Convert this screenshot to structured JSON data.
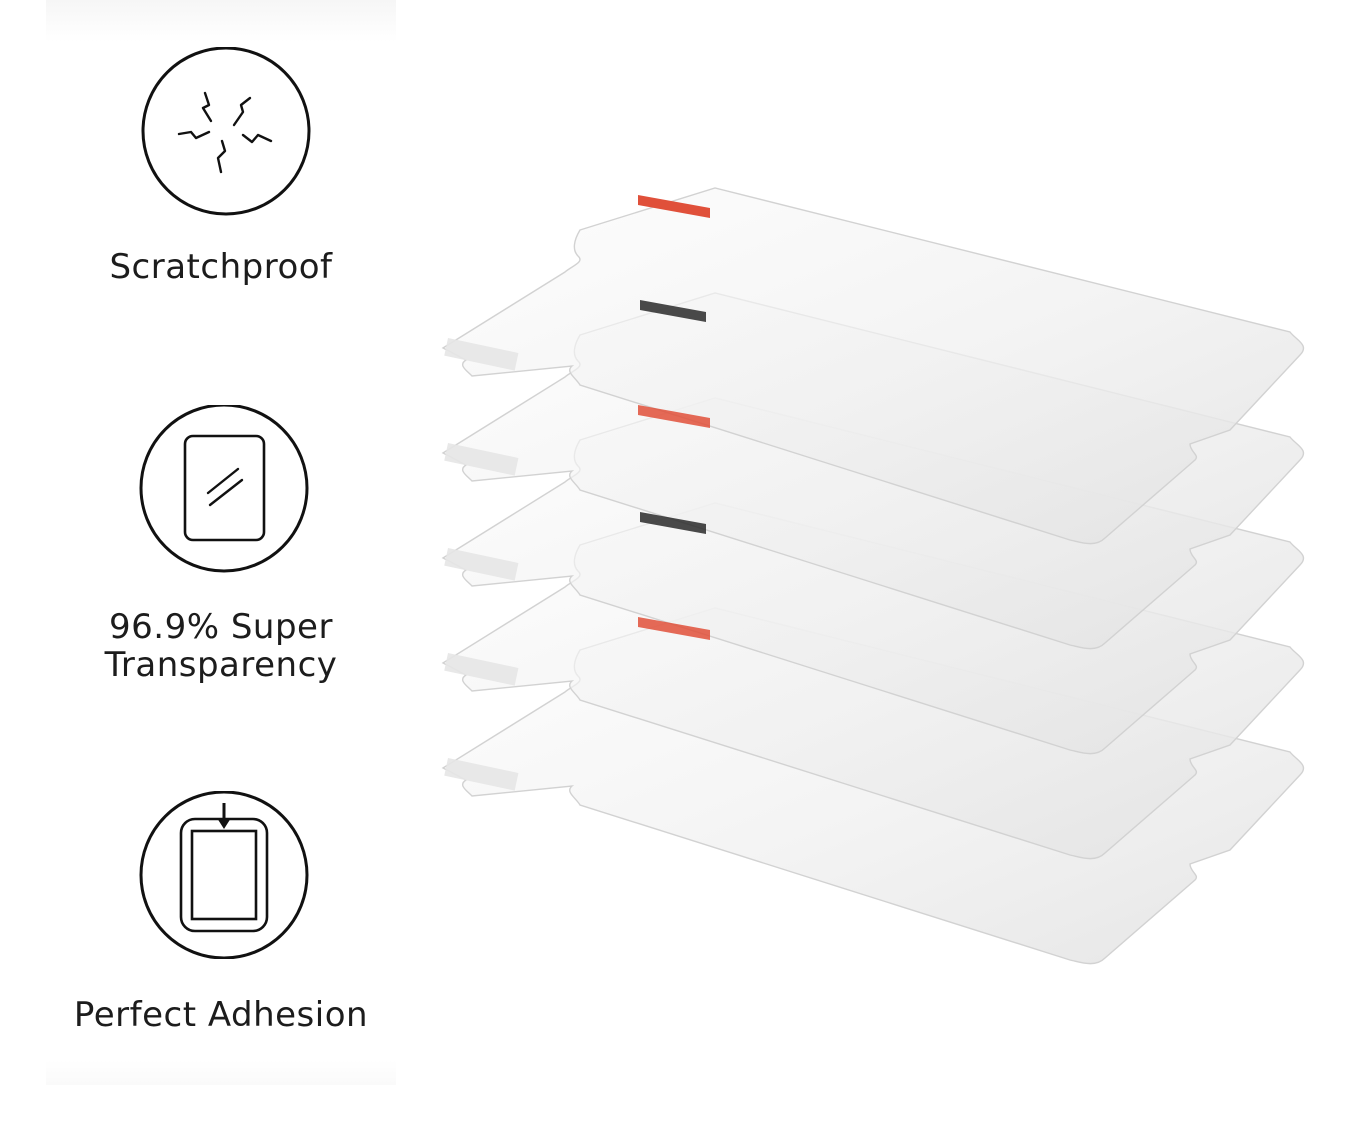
{
  "features": [
    {
      "icon": "scratchproof-icon",
      "label": "Scratchproof"
    },
    {
      "icon": "transparency-icon",
      "label": "96.9% Super\nTransparency"
    },
    {
      "icon": "adhesion-icon",
      "label": "Perfect Adhesion"
    }
  ],
  "image": {
    "subject": "stack-of-screen-protector-films",
    "sheet_count": 5,
    "colors": {
      "film": "#f2f2f2",
      "film_edge": "#d4d4d4",
      "tab_red": "#e0503a",
      "tab_dark": "#2a2a2a"
    }
  }
}
